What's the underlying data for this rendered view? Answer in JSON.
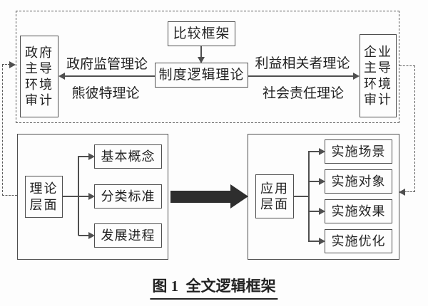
{
  "figure": {
    "caption": "图 1  全文逻辑框架",
    "top_section": {
      "compare_box": "比较框架",
      "logic_box": "制度逻辑理论",
      "gov_box_lines": [
        "政府",
        "主导",
        "环境",
        "审计"
      ],
      "ent_box_lines": [
        "企业",
        "主导",
        "环境",
        "审计"
      ],
      "left_labels": {
        "above": "政府监管理论",
        "below": "熊彼特理论"
      },
      "right_labels": {
        "above": "利益相关者理论",
        "below": "社会责任理论"
      }
    },
    "bottom_left": {
      "level_lines": [
        "理论",
        "层面"
      ],
      "items": [
        "基本概念",
        "分类标准",
        "发展进程"
      ]
    },
    "bottom_right": {
      "level_lines": [
        "应用",
        "层面"
      ],
      "items": [
        "实施场景",
        "实施对象",
        "实施效果",
        "实施优化"
      ]
    },
    "colors": {
      "line": "#4f4f4f",
      "text": "#222222",
      "black_arrow": "#2e2e2e",
      "background": "#fdfdfd"
    }
  }
}
